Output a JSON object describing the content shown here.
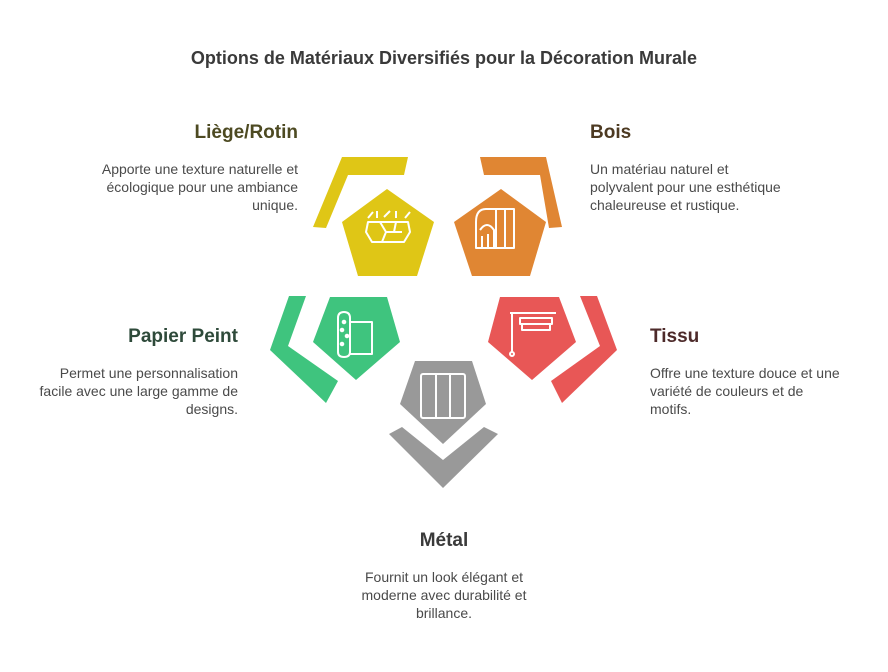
{
  "title": "Options de Matériaux Diversifiés pour la Décoration Murale",
  "colors": {
    "liege": "#dfc616",
    "bois": "#e08633",
    "papier": "#3fc47e",
    "tissu": "#e85756",
    "metal": "#999999"
  },
  "items": {
    "liege": {
      "label": "Liège/Rotin",
      "desc": [
        "Apporte une texture naturelle et",
        "écologique pour une ambiance",
        "unique."
      ],
      "icon": "cork-texture-icon"
    },
    "bois": {
      "label": "Bois",
      "desc": [
        "Un matériau naturel et",
        "polyvalent pour une esthétique",
        "chaleureuse et rustique."
      ],
      "icon": "wood-grain-icon"
    },
    "papier": {
      "label": "Papier Peint",
      "desc": [
        "Permet une personnalisation",
        "facile avec une large gamme de",
        "designs."
      ],
      "icon": "wallpaper-roll-icon"
    },
    "tissu": {
      "label": "Tissu",
      "desc": [
        "Offre une texture douce et une",
        "variété de couleurs et de",
        "motifs."
      ],
      "icon": "fabric-blind-icon"
    },
    "metal": {
      "label": "Métal",
      "desc": [
        "Fournit un look élégant et",
        "moderne avec durabilité et",
        "brillance."
      ],
      "icon": "metal-panels-icon"
    }
  }
}
